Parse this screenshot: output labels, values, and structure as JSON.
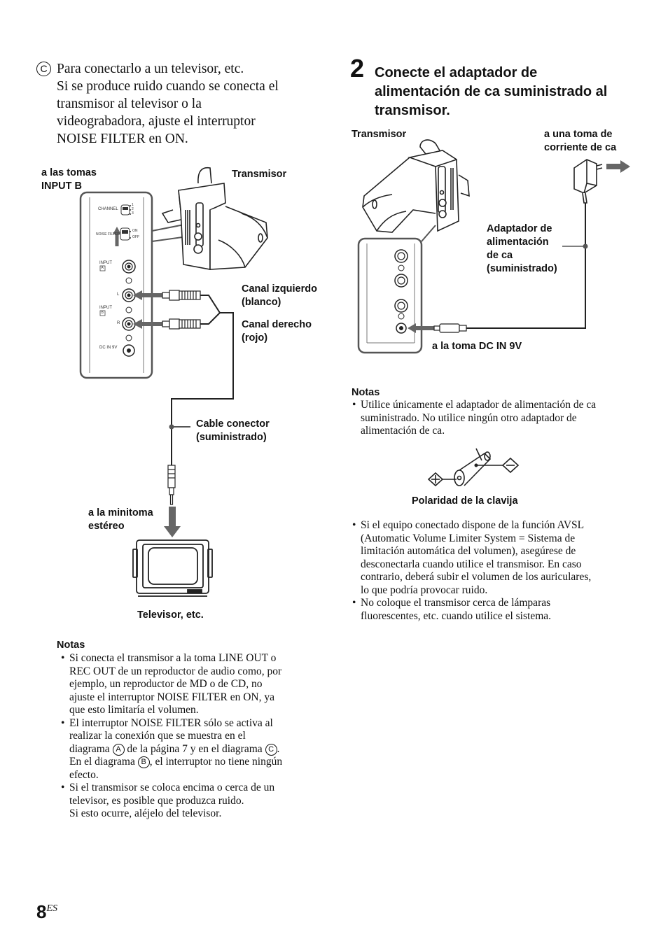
{
  "left": {
    "intro_badge": "C",
    "intro_lines": [
      "Para conectarlo a un televisor, etc.",
      "Si se produce ruido cuando se conecta el",
      "transmisor al televisor o la",
      "videograbadora, ajuste el interruptor",
      "NOISE FILTER en ON."
    ],
    "figure": {
      "label_input_b": [
        "a las tomas",
        "INPUT B"
      ],
      "label_transmitter": "Transmisor",
      "label_left_channel": [
        "Canal izquierdo",
        "(blanco)"
      ],
      "label_right_channel": [
        "Canal derecho",
        "(rojo)"
      ],
      "label_cable": [
        "Cable conector",
        "(suministrado)"
      ],
      "label_minijack": [
        "a la minitoma",
        "estéreo"
      ],
      "label_tv": "Televisor, etc.",
      "panel_channel": "CHANNEL",
      "panel_channel_nums": [
        "1",
        "2",
        "3"
      ],
      "panel_noise": "NOISE FILTER",
      "panel_on": "ON",
      "panel_off": "OFF",
      "panel_input": "INPUT",
      "panel_a": "A",
      "panel_b": "B",
      "panel_l": "L",
      "panel_r": "R",
      "panel_dc": "DC IN 9V"
    },
    "notes_title": "Notas",
    "notes": [
      {
        "lines": [
          "Si conecta el transmisor a la toma LINE OUT o",
          "REC OUT de un reproductor de audio como, por",
          "ejemplo, un reproductor de MD o de CD, no",
          "ajuste el interruptor NOISE FILTER en ON, ya",
          "que esto limitaría el volumen."
        ]
      },
      {
        "l1": "El interruptor NOISE FILTER sólo se activa al",
        "l2": "realizar la conexión que se muestra en el",
        "l3a": "diagrama ",
        "l3_badge1": "A",
        "l3b": " de la página 7 y en el diagrama ",
        "l3_badge2": "C",
        "l3c": ".",
        "l4a": "En el diagrama ",
        "l4_badge": "B",
        "l4b": ", el interruptor no tiene ningún",
        "l5": "efecto."
      },
      {
        "lines": [
          "Si el transmisor se coloca encima o cerca de un",
          "televisor, es posible que produzca ruido.",
          "Si esto ocurre, aléjelo del televisor."
        ]
      }
    ]
  },
  "right": {
    "step_number": "2",
    "step_lines": [
      "Conecte el adaptador de",
      "alimentación de ca suministrado al",
      "transmisor."
    ],
    "figure": {
      "label_transmitter": "Transmisor",
      "label_outlet": [
        "a una toma de",
        "corriente de ca"
      ],
      "label_adapter": [
        "Adaptador de",
        "alimentación",
        "de ca",
        "(suministrado)"
      ],
      "label_dc": "a la toma DC IN 9V"
    },
    "notes_title": "Notas",
    "note1": [
      "Utilice únicamente el adaptador de alimentación de ca",
      "suministrado. No utilice ningún otro adaptador de",
      "alimentación de ca."
    ],
    "polarity_label": "Polaridad de la clavija",
    "notes2": [
      {
        "lines": [
          "Si el equipo conectado dispone de la función AVSL",
          "(Automatic Volume Limiter System = Sistema de",
          "limitación automática del volumen), asegúrese de",
          "desconectarla cuando utilice el transmisor. En caso",
          "contrario, deberá subir el volumen de los auriculares,",
          "lo que podría provocar ruido."
        ]
      },
      {
        "lines": [
          "No coloque el transmisor cerca de lámparas",
          "fluorescentes, etc. cuando utilice el sistema."
        ]
      }
    ]
  },
  "page": {
    "number": "8",
    "suffix": "ES"
  }
}
